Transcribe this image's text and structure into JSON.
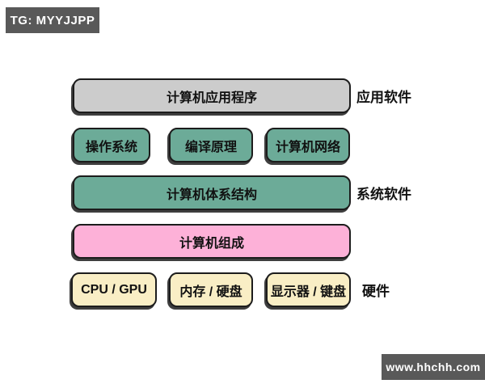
{
  "badges": {
    "top_left": "TG: MYYJJPP",
    "bottom_right": "www.hhchh.com"
  },
  "layers": {
    "application": {
      "label": "计算机应用程序",
      "side_label": "应用软件"
    },
    "system_courses": {
      "items": [
        "操作系统",
        "编译原理",
        "计算机网络"
      ]
    },
    "architecture": {
      "label": "计算机体系结构",
      "side_label": "系统软件"
    },
    "organization": {
      "label": "计算机组成"
    },
    "hardware": {
      "items": [
        "CPU / GPU",
        "内存 / 硬盘",
        "显示器 / 键盘"
      ],
      "side_label": "硬件"
    }
  },
  "colors": {
    "application_box": "#cccccc",
    "system_box": "#6cab98",
    "organization_box": "#fdb1d8",
    "hardware_box": "#f9eec5",
    "outline": "#1c1c1c",
    "badge_background": "#595959",
    "badge_text": "#ffffff",
    "page_background": "#ffffff"
  }
}
